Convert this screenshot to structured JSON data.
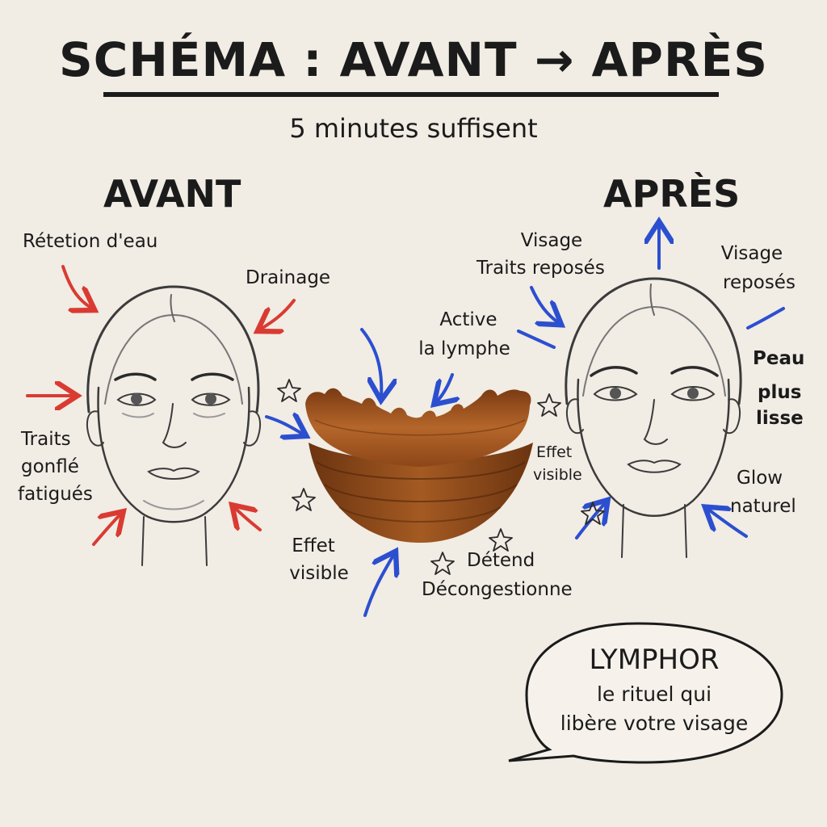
{
  "title": "SCHÉMA : AVANT → APRÈS",
  "subtitle": "5 minutes suffisent",
  "colors": {
    "before_arrow": "#d93b32",
    "after_arrow": "#2c4fd0",
    "ink": "#1b1b1b",
    "background": "#f1ece4",
    "wood": "#a0521d"
  },
  "before": {
    "heading": "AVANT",
    "labels": {
      "water_retention": "Rétetion d'eau",
      "drainage": "Drainage",
      "puffy_line1": "Traits",
      "puffy_line2": "gonflé",
      "puffy_line3": "fatigués"
    }
  },
  "center": {
    "active_line1": "Active",
    "active_line2": "la lymphe",
    "effect_line1": "Effet",
    "effect_line2": "visible",
    "relax": "Détend",
    "decongest": "Décongestionne"
  },
  "after": {
    "heading": "APRÈS",
    "labels": {
      "face_line1": "Visage",
      "face_line2": "Traits reposés",
      "rested_line1": "Visage",
      "rested_line2": "reposés",
      "skin_line1": "Peau",
      "skin_line2": "plus",
      "skin_line3": "lisse",
      "effect_line1": "Effet",
      "effect_line2": "visible",
      "glow_line1": "Glow",
      "glow_line2": "naturel"
    }
  },
  "bubble": {
    "brand": "LYMPHOR",
    "line1": "le rituel qui",
    "line2": "libère votre visage"
  }
}
